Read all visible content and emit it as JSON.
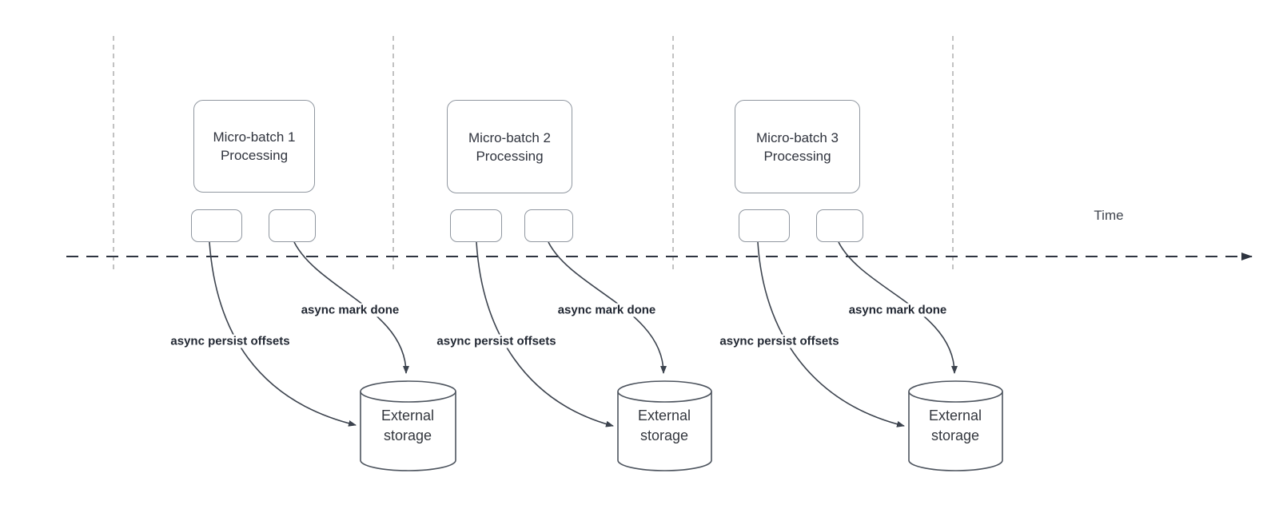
{
  "time_label": "Time",
  "colors": {
    "connector": "#3c434e",
    "timeline": "#2e3440",
    "guide_dash": "#a8a8a8",
    "shape_border": "#9097a0",
    "cylinder_border": "#4d545e",
    "text": "#2f333d"
  },
  "sections": [
    {
      "batch_label": "Micro-batch 1\nProcessing",
      "persist_label": "async persist offsets",
      "done_label": "async mark done",
      "storage_label": "External\nstorage"
    },
    {
      "batch_label": "Micro-batch 2\nProcessing",
      "persist_label": "async persist offsets",
      "done_label": "async mark done",
      "storage_label": "External\nstorage"
    },
    {
      "batch_label": "Micro-batch 3\nProcessing",
      "persist_label": "async persist offsets",
      "done_label": "async mark done",
      "storage_label": "External\nstorage"
    }
  ]
}
